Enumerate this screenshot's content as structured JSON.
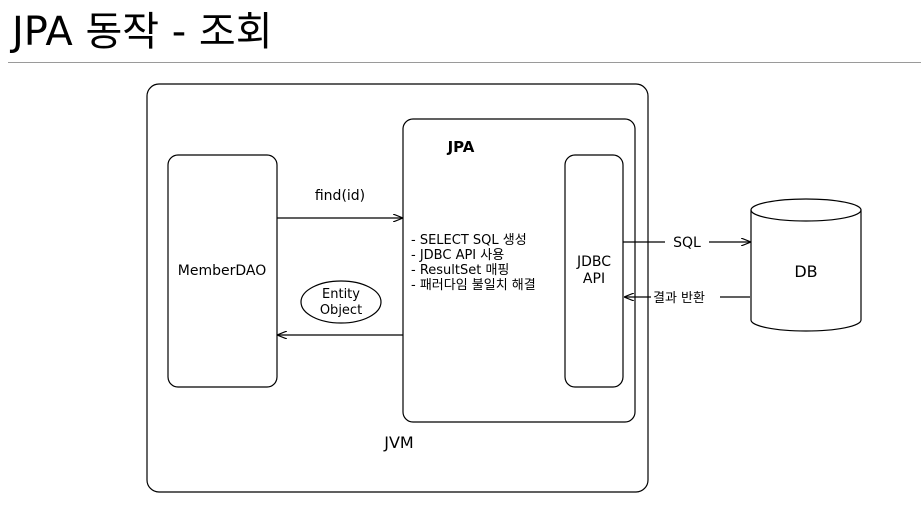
{
  "title": "JPA 동작 - 조회",
  "jvm": {
    "label": "JVM"
  },
  "member_dao": {
    "label": "MemberDAO"
  },
  "jpa": {
    "label": "JPA",
    "steps": [
      "- SELECT SQL 생성",
      "- JDBC API 사용",
      "- ResultSet 매핑",
      "- 패러다임 불일치 해결"
    ]
  },
  "jdbc_api": {
    "line1": "JDBC",
    "line2": "API"
  },
  "db": {
    "label": "DB"
  },
  "arrows": {
    "find": "find(id)",
    "sql": "SQL",
    "result": "결과 반환"
  },
  "entity": {
    "line1": "Entity",
    "line2": "Object"
  }
}
